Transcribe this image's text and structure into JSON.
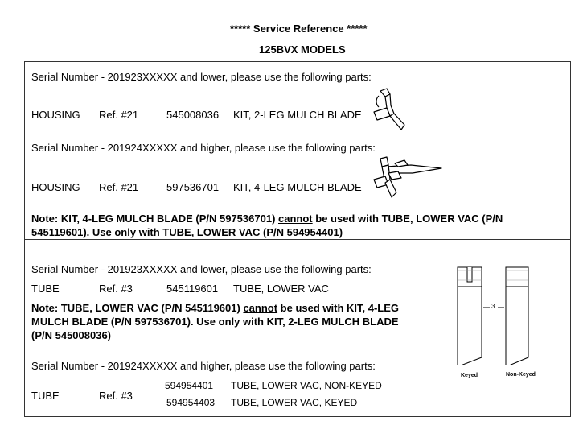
{
  "header": {
    "title": "***** Service Reference *****",
    "subtitle": "125BVX MODELS"
  },
  "box1": {
    "serial_lower": "Serial Number - 201923XXXXX and lower, please use the following parts:",
    "row1": {
      "part": "HOUSING",
      "ref": "Ref. #21",
      "pn": "545008036",
      "desc": "KIT, 2-LEG MULCH BLADE"
    },
    "serial_higher": "Serial Number - 201924XXXXX and higher, please use the following parts:",
    "row2": {
      "part": "HOUSING",
      "ref": "Ref. #21",
      "pn": "597536701",
      "desc": "KIT, 4-LEG MULCH BLADE"
    },
    "note": {
      "pre": "Note: KIT, 4-LEG MULCH BLADE (P/N 597536701) ",
      "emph": "cannot",
      "line1_post": " be used with TUBE, LOWER VAC (P/N",
      "line2": "545119601). Use only with TUBE, LOWER VAC (P/N 594954401)"
    }
  },
  "box2": {
    "serial_lower": "Serial Number - 201923XXXXX and lower, please use the following parts:",
    "row1": {
      "part": "TUBE",
      "ref": "Ref. #3",
      "pn": "545119601",
      "desc": "TUBE, LOWER VAC"
    },
    "note": {
      "pre": "Note: TUBE, LOWER VAC (P/N 545119601) ",
      "emph": "cannot",
      "line1_post": " be used with KIT, 4-LEG",
      "line2": "MULCH BLADE (P/N 597536701). Use only with KIT, 2-LEG MULCH BLADE",
      "line3": "(P/N 545008036)"
    },
    "serial_higher": "Serial Number - 201924XXXXX and higher, please use the following parts:",
    "row2": {
      "part": "TUBE",
      "ref": "Ref. #3",
      "items": [
        {
          "pn": "594954401",
          "desc": "TUBE, LOWER VAC, NON-KEYED"
        },
        {
          "pn": "594954403",
          "desc": "TUBE, LOWER VAC, KEYED"
        }
      ]
    },
    "figure": {
      "callout": "3",
      "label_keyed": "Keyed",
      "label_nonkeyed": "Non-Keyed"
    }
  }
}
